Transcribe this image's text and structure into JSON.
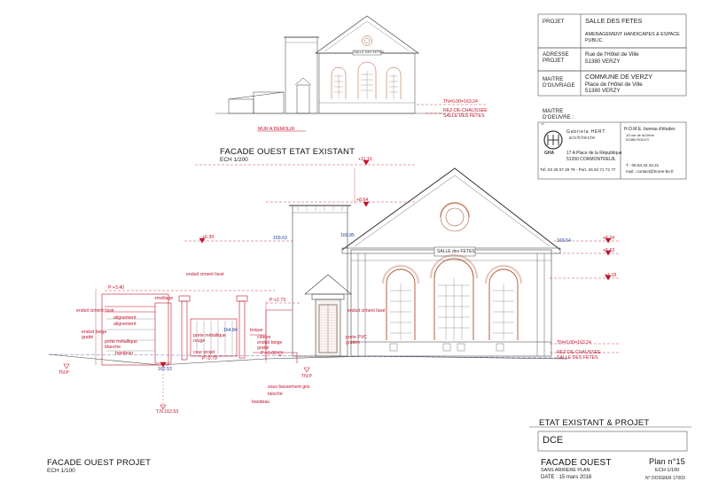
{
  "titleblock": {
    "row1": {
      "label": "PROJET",
      "title": "SALLE DES FETES",
      "subtitle": "AMENAGEMENT HANDICAPES & ESPACE PUBLIC"
    },
    "row2": {
      "label_line1": "ADRESSE",
      "label_line2": "PROJET",
      "line1": "Rue de l'Hôtel de Ville",
      "line2": "51380 VERZY"
    },
    "row3": {
      "label_line1": "MAITRE",
      "label_line2": "D'OUVRAGE",
      "name": "COMMUNE DE VERZY",
      "line1": "Place de l'Hôtel de Ville",
      "line2": "51380 VERZY"
    },
    "moe_label_line1": "MAITRE",
    "moe_label_line2": "D'OEUVRE :",
    "architect": {
      "logo": "GHA",
      "name_line1": "Gabriela HERT",
      "name_line2": "architecte",
      "addr_line1": "17 A Place de la République",
      "addr_line2": "51350 CORMONTREUIL",
      "phone": "Tél. 03 26 07 29 79 - Port. 06 82 71 72 77"
    },
    "bet": {
      "name": "H.O.M.E. bureau d'études",
      "addr_line1": "13 rue de la Dîme",
      "addr_line2": "51380 ROUVY",
      "phone": "T : 06.64.42.43.21",
      "mail": "mail : contact@home-be.fr"
    },
    "state": "ETAT EXISTANT & PROJET",
    "phase": "DCE",
    "sheet_title": "FACADE OUEST",
    "sheet_subtitle": "SANS ARRIERE PLAN",
    "date": "DATE :  15 mars 2018",
    "plan_no": "Plan n°15",
    "plan_scale": "ECH 1/100",
    "dossier": "N° DOSSIER 17003"
  },
  "views": {
    "existing_title": "FACADE OUEST ETAT EXISTANT",
    "existing_scale": "ECH 1/200",
    "project_title": "FACADE OUEST PROJET",
    "project_scale": "ECH 1/100"
  },
  "annotations": {
    "sign": "SALLE des FETES",
    "sign_small": "SALLE DES FETES",
    "mur_demolir": "MUR A DEMOLIR",
    "tn_existing": "TN=0.00=163.24",
    "rdc_existing_1": "REZ-DE-CHAUSSEE",
    "rdc_existing_2": "SALLE DES FETES",
    "lvl_1110": "+11.10",
    "lvl_864": "+8.64",
    "lvl_639": "+6.39",
    "lvl_16963": "169.63",
    "lvl_16985": "169.85",
    "lvl_16964": "169.64",
    "lvl_624": "+6.24",
    "lvl_563": "+5.63",
    "lvl_418": "+4.18",
    "lvl_340": "P:+3.40",
    "lvl_273": "P:+2.73",
    "tn_project": "TN=0.00=163.24",
    "rdc_project_1": "REZ-DE-CHAUSSEE",
    "rdc_project_2": "SALLE DES FETES",
    "enduit_lisse_1": "enduit ciment lissé",
    "enduit_lisse_2": "enduit ciment lissé",
    "enduit_lisse_3": "enduit ciment lissé",
    "alignement_1": "alignement",
    "alignement_2": "alignement",
    "enduit_beige": "enduit beige",
    "grattee": "gratté",
    "porte_metal": "porte métallique",
    "blanche": "blanche",
    "bandeau_1": "bandeau",
    "porte_metal_rouge_1": "porte métallique",
    "porte_metal_rouge_2": "rouge",
    "cour": "cour projet",
    "lvl_079": "P:-0.79",
    "lvl_16262": "162.53",
    "lvl_16484": "164.84",
    "cloture_1": "clôture",
    "cloture_2": "enduit beige",
    "cloture_3": "gratté",
    "lvl_000": "P:+0.00",
    "porte_pvc_1": "porte PVC",
    "porte_pvc_2": "grattée",
    "soubassement": "sous bassement gris",
    "talochee": "taloché",
    "bandeau_2": "bandeau",
    "tnp_1": "TN:P",
    "tnp_2": "TN:P",
    "tn_16253": "T.N.162.53",
    "brique": "brique",
    "treillage": "+treillage"
  }
}
